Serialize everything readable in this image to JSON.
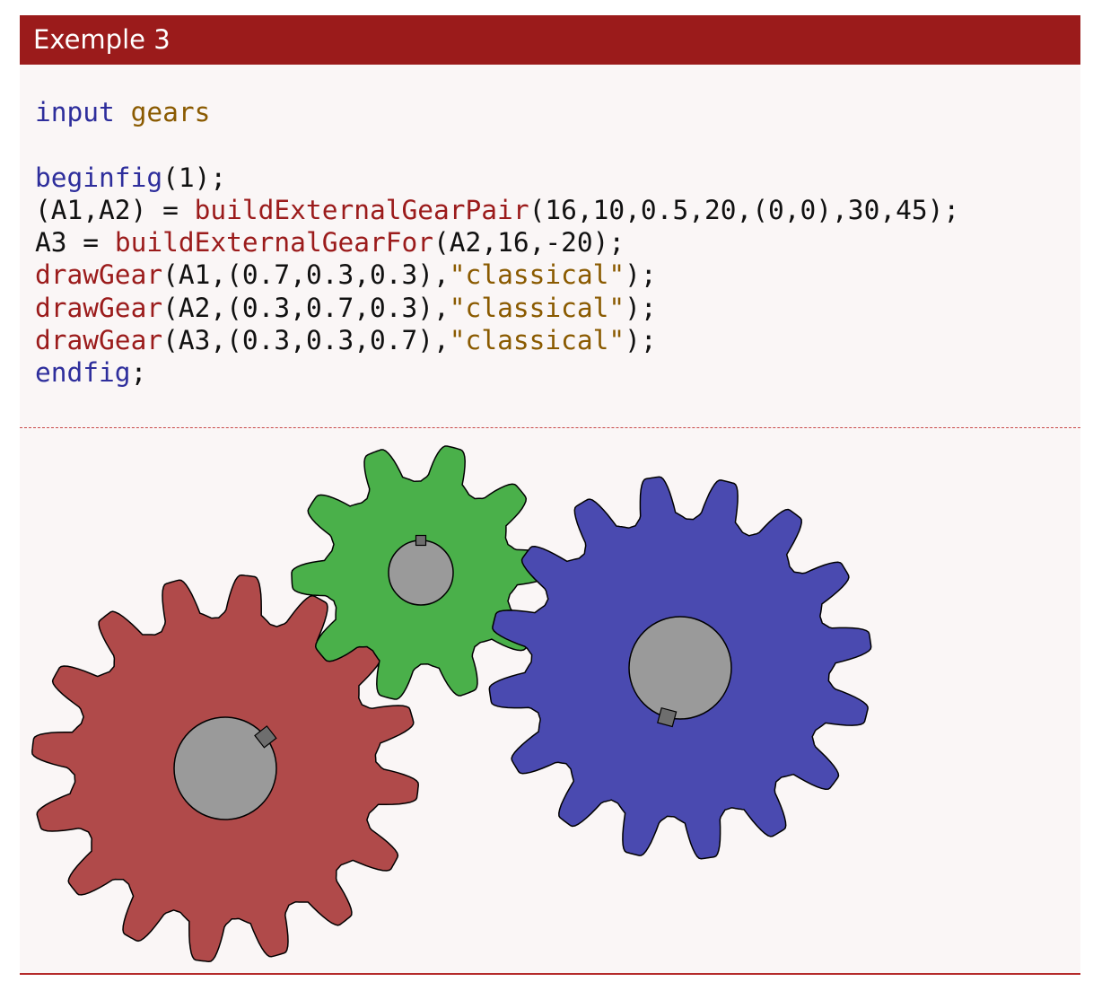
{
  "header": {
    "title": "Exemple 3"
  },
  "code_lines": [
    [
      {
        "t": "input",
        "c": "kw"
      },
      {
        "t": " ",
        "c": ""
      },
      {
        "t": "gears",
        "c": "var"
      }
    ],
    [],
    [
      {
        "t": "beginfig",
        "c": "kw"
      },
      {
        "t": "(1);",
        "c": ""
      }
    ],
    [
      {
        "t": "(A1,A2) = ",
        "c": ""
      },
      {
        "t": "buildExternalGearPair",
        "c": "fn"
      },
      {
        "t": "(16,10,0.5,20,(0,0),30,45);",
        "c": ""
      }
    ],
    [
      {
        "t": "A3 = ",
        "c": ""
      },
      {
        "t": "buildExternalGearFor",
        "c": "fn"
      },
      {
        "t": "(A2,16,-20);",
        "c": ""
      }
    ],
    [
      {
        "t": "drawGear",
        "c": "fn"
      },
      {
        "t": "(A1,(0.7,0.3,0.3),",
        "c": ""
      },
      {
        "t": "\"classical\"",
        "c": "str"
      },
      {
        "t": ");",
        "c": ""
      }
    ],
    [
      {
        "t": "drawGear",
        "c": "fn"
      },
      {
        "t": "(A2,(0.3,0.7,0.3),",
        "c": ""
      },
      {
        "t": "\"classical\"",
        "c": "str"
      },
      {
        "t": ");",
        "c": ""
      }
    ],
    [
      {
        "t": "drawGear",
        "c": "fn"
      },
      {
        "t": "(A3,(0.3,0.3,0.7),",
        "c": ""
      },
      {
        "t": "\"classical\"",
        "c": "str"
      },
      {
        "t": ");",
        "c": ""
      }
    ],
    [
      {
        "t": "endfig",
        "c": "kw"
      },
      {
        "t": ";",
        "c": ""
      }
    ]
  ],
  "gears": [
    {
      "name": "A1",
      "teeth": 16,
      "color": "#b04a4a",
      "rotation_deg": 20,
      "key_angle_deg": -38
    },
    {
      "name": "A2",
      "teeth": 10,
      "color": "#4ab04a",
      "rotation_deg": -90,
      "key_angle_deg": -90
    },
    {
      "name": "A3",
      "teeth": 16,
      "color": "#4a4ab0",
      "rotation_deg": 5,
      "key_angle_deg": 105
    }
  ],
  "colors": {
    "bore": "#9a9a9a",
    "key": "#6e6e6e",
    "outline": "#000000"
  }
}
